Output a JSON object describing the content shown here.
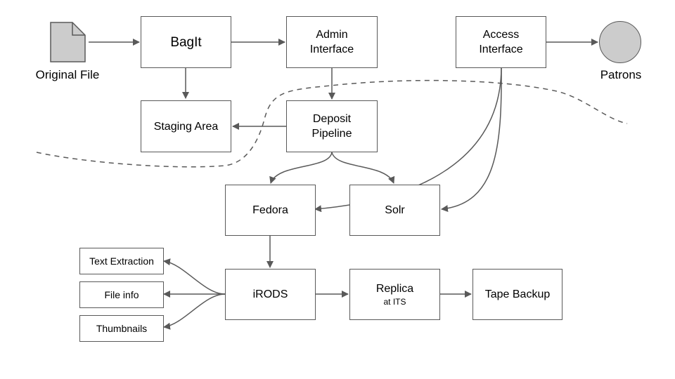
{
  "nodes": {
    "original_file": "Original File",
    "bagit": "BagIt",
    "admin_interface": [
      "Admin",
      "Interface"
    ],
    "access_interface": [
      "Access",
      "Interface"
    ],
    "patrons": "Patrons",
    "staging_area": "Staging Area",
    "deposit_pipeline": [
      "Deposit",
      "Pipeline"
    ],
    "fedora": "Fedora",
    "solr": "Solr",
    "text_extraction": "Text Extraction",
    "file_info": "File info",
    "thumbnails": "Thumbnails",
    "irods": "iRODS",
    "replica": "Replica",
    "replica_sub": "at ITS",
    "tape_backup": "Tape Backup"
  },
  "edges": [
    {
      "from": "original_file",
      "to": "bagit"
    },
    {
      "from": "bagit",
      "to": "admin_interface"
    },
    {
      "from": "bagit",
      "to": "staging_area"
    },
    {
      "from": "admin_interface",
      "to": "deposit_pipeline"
    },
    {
      "from": "deposit_pipeline",
      "to": "staging_area"
    },
    {
      "from": "access_interface",
      "to": "patrons"
    },
    {
      "from": "deposit_pipeline",
      "to": "fedora"
    },
    {
      "from": "deposit_pipeline",
      "to": "solr"
    },
    {
      "from": "access_interface",
      "to": "fedora"
    },
    {
      "from": "access_interface",
      "to": "solr"
    },
    {
      "from": "fedora",
      "to": "irods"
    },
    {
      "from": "irods",
      "to": "text_extraction"
    },
    {
      "from": "irods",
      "to": "file_info"
    },
    {
      "from": "irods",
      "to": "thumbnails"
    },
    {
      "from": "irods",
      "to": "replica"
    },
    {
      "from": "replica",
      "to": "tape_backup"
    }
  ],
  "colors": {
    "stroke": "#595959",
    "document_fill": "#cccccc",
    "patron_fill": "#cccccc",
    "background": "#ffffff"
  },
  "icons": {
    "original_file": "document-icon",
    "patrons": "circle-icon"
  }
}
